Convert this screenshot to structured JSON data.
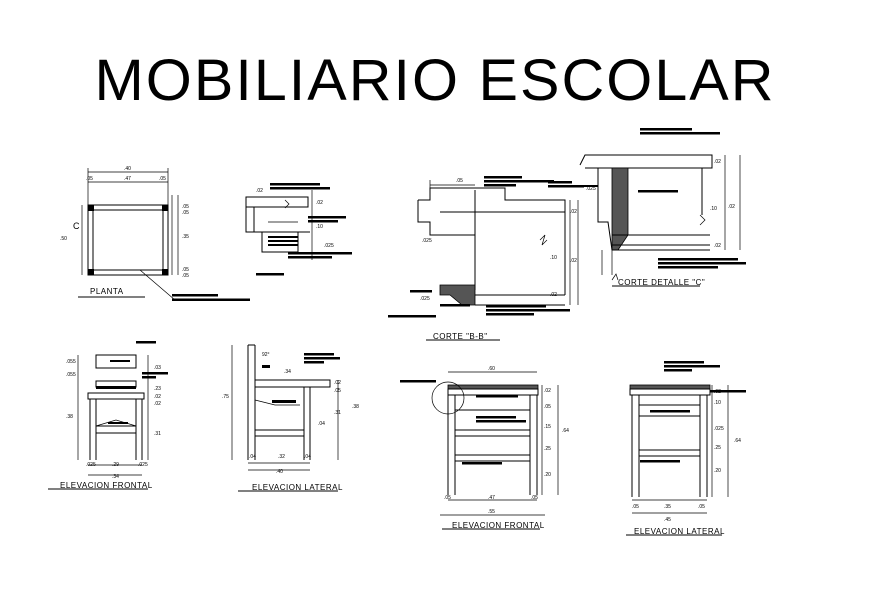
{
  "title": "MOBILIARIO ESCOLAR",
  "views": {
    "planta": "PLANTA",
    "corte_bb": "CORTE \"B-B\"",
    "corte_detalle_c": "CORTE DETALLE \"C\"",
    "elev_frontal_1": "ELEVACION FRONTAL",
    "elev_lateral_1": "ELEVACION LATERAL",
    "elev_frontal_2": "ELEVACION FRONTAL",
    "elev_lateral_2": "ELEVACION LATERAL"
  },
  "marker_c": "C",
  "dims": {
    "planta_w": ".40",
    "planta_a": ".05",
    "planta_b": ".47",
    "planta_c": ".05",
    "planta_h": ".50",
    "planta_r1": ".05",
    "planta_r2": ".05",
    "planta_r3": ".35",
    "planta_r4": ".05",
    "planta_r5": ".05",
    "det1_a": ".02",
    "det1_b": ".02",
    "det1_c": ".10",
    "det1_d": ".025",
    "bb_top": ".05",
    "bb_r1": ".02",
    "bb_r2": ".10",
    "bb_r3": ".02",
    "bb_l1": ".025",
    "bb_l2": ".025",
    "bb_b1": ".02",
    "c_a": ".025",
    "c_b": ".02",
    "c_c": ".10",
    "c_d": ".02",
    "c_e": ".02",
    "ef1_a": ".055",
    "ef1_b": ".055",
    "ef1_c": ".03",
    "ef1_d": ".23",
    "ef1_e": ".02",
    "ef1_f": ".02",
    "ef1_h": ".38",
    "ef1_g": ".31",
    "ef1_w1": ".025",
    "ef1_w2": ".29",
    "ef1_w3": ".025",
    "ef1_w": ".34",
    "el1_ang": "92°",
    "el1_a": ".75",
    "el1_b": ".34",
    "el1_c": ".02",
    "el1_d": ".05",
    "el1_e": ".31",
    "el1_f": ".04",
    "el1_g": ".38",
    "el1_w1": ".04",
    "el1_w2": ".32",
    "el1_w3": ".04",
    "el1_w": ".40",
    "ef2_top": ".60",
    "ef2_a": ".02",
    "ef2_b": ".05",
    "ef2_c": ".15",
    "ef2_d": ".25",
    "ef2_e": ".64",
    "ef2_f": ".20",
    "ef2_w1": ".05",
    "ef2_w2": ".47",
    "ef2_w3": ".05",
    "ef2_w": ".55",
    "el2_a": ".02",
    "el2_b": ".10",
    "el2_c": ".025",
    "el2_d": ".25",
    "el2_e": ".64",
    "el2_f": ".20",
    "el2_w1": ".05",
    "el2_w2": ".35",
    "el2_w3": ".05",
    "el2_w": ".45"
  }
}
